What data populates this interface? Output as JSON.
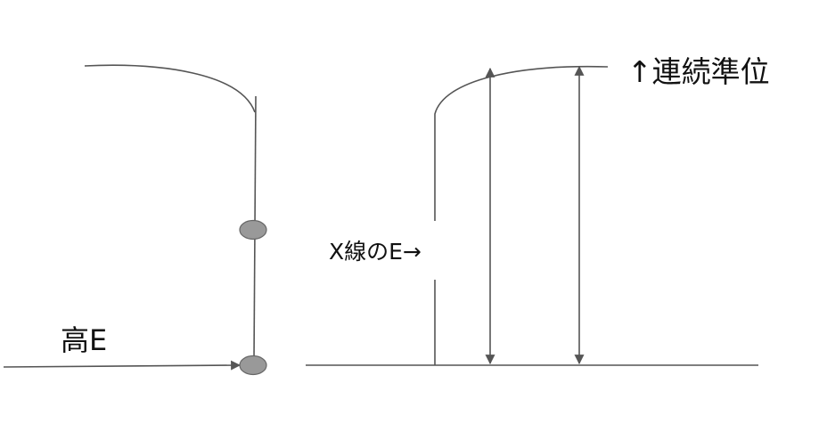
{
  "labels": {
    "high_energy": "高E",
    "xray_energy": "X線のE→",
    "continuum": "↑連続準位"
  },
  "colors": {
    "line": "#555555",
    "electron_fill": "#999999",
    "electron_stroke": "#666666",
    "text": "#111111"
  }
}
